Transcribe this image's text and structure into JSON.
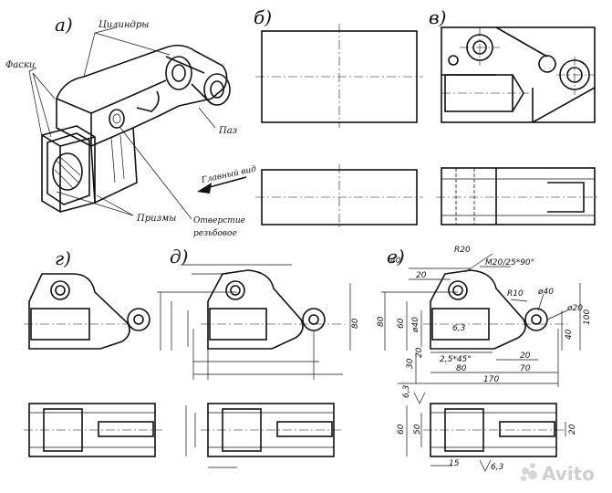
{
  "panels": {
    "a": "а)",
    "b": "б)",
    "v": "в)",
    "g": "г)",
    "d": "д)",
    "e": "е)"
  },
  "callouts": {
    "cylinders": "Цилиндры",
    "chamfers": "Фаски",
    "slot": "Паз",
    "prisms": "Призмы",
    "threaded_hole_1": "Отверстие",
    "threaded_hole_2": "резьбовое",
    "main_view": "Главный вид"
  },
  "dimensions": {
    "d40_top": "40",
    "d20_top": "20",
    "r20": "R20",
    "thread": "M20/25*90°",
    "r10": "R10",
    "phi40_right": "ø40",
    "phi20_right": "ø20",
    "d100": "100",
    "d40_right": "40",
    "d80_left": "80",
    "d60_left": "60",
    "phi40_left": "ø40",
    "d63_center": "6,3",
    "chamfer": "2,5*45°",
    "d20_bottom": "20",
    "d30": "30",
    "d20_lower": "20",
    "d80_bottom": "80",
    "d70": "70",
    "d170": "170",
    "d63_top": "6,3",
    "d60_plan": "60",
    "d50_plan": "50",
    "d20_plan": "20",
    "d15": "15",
    "d63_bottom": "6,3",
    "d80_d": "80"
  },
  "watermark": "Avito"
}
